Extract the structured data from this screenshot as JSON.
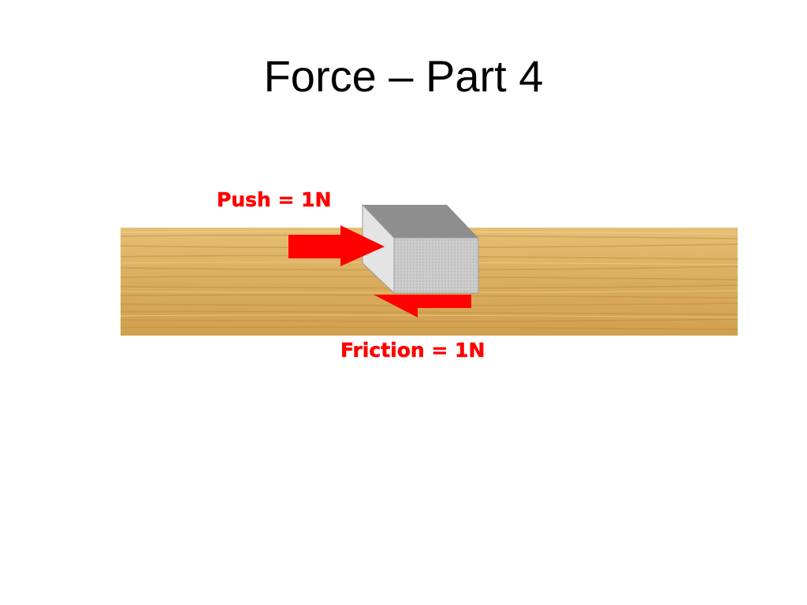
{
  "slide": {
    "title": "Force – Part 4"
  },
  "diagram": {
    "push_label": "Push = 1N",
    "friction_label": "Friction = 1N",
    "colors": {
      "arrow": "#ff0000",
      "label": "#ff0000",
      "wood_light": "#e8c27a",
      "wood_dark": "#c99a4a",
      "block_front": "#cfcfcf",
      "block_top": "#8c8c8c",
      "block_side": "#e6e6e6"
    },
    "icons": {
      "push": "arrow-right-icon",
      "friction": "arrow-left-icon"
    }
  }
}
